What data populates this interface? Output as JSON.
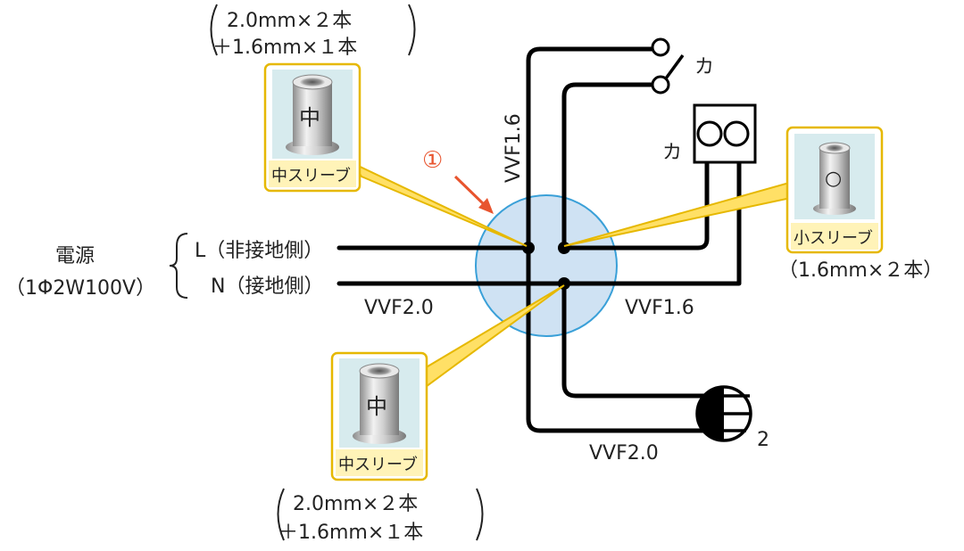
{
  "source": {
    "title": "電源",
    "spec": "（1Φ2W100V）"
  },
  "lines": {
    "l_label": "L（非接地側）",
    "n_label": "N（接地側）"
  },
  "cables": {
    "left": "VVF2.0",
    "top_vertical": "VVF1.6",
    "right": "VVF1.6",
    "bottom": "VVF2.0"
  },
  "switch": {
    "label": "カ"
  },
  "outlet": {
    "label": "カ"
  },
  "lamp": {
    "label": "2"
  },
  "callout": {
    "number": "①"
  },
  "sleeves": {
    "top_left": {
      "mark": "中",
      "name": "中スリーブ",
      "spec_line1": "2.0mm×２本",
      "spec_line2": "＋1.6mm×１本"
    },
    "right": {
      "mark": "○",
      "name": "小スリーブ",
      "spec": "（1.6mm×２本）"
    },
    "bottom_left": {
      "mark": "中",
      "name": "中スリーブ",
      "spec_line1": "2.0mm×２本",
      "spec_line2": "＋1.6mm×１本"
    }
  },
  "colors": {
    "box_fill": "#cfe2f3",
    "box_stroke": "#3aa0d8",
    "callout": "#e8542e",
    "leader": "#e6b800",
    "sleeve_frame": "#e6b800"
  }
}
